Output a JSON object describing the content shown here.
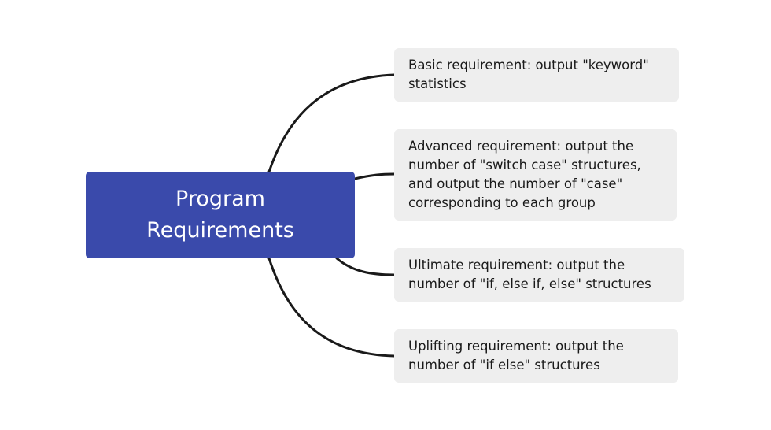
{
  "colors": {
    "root_fill": "#3a4aab",
    "root_text": "#ffffff",
    "branch_fill": "#eeeeee",
    "branch_text": "#1a1a1a",
    "connector": "#1a1a1a"
  },
  "root": {
    "title": "Program Requirements"
  },
  "branches": [
    {
      "text": "Basic requirement: output \"keyword\" statistics"
    },
    {
      "text": "Advanced requirement: output the number of \"switch case\" structures, and output the number of \"case\" corresponding to each group"
    },
    {
      "text": "Ultimate requirement: output the number of \"if, else if, else\" structures"
    },
    {
      "text": "Uplifting requirement: output the number of \"if else\" structures"
    }
  ]
}
